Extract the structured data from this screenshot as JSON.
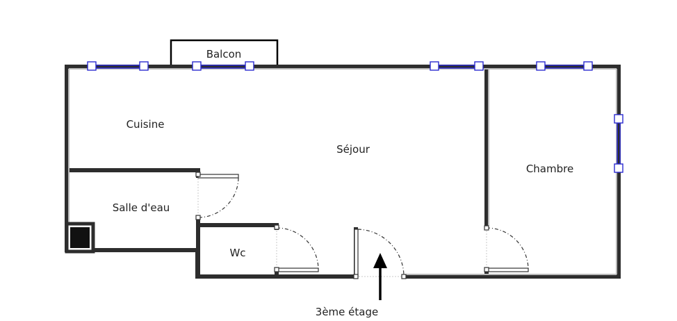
{
  "plan": {
    "rooms": {
      "balcon": "Balcon",
      "cuisine": "Cuisine",
      "sejour": "Séjour",
      "chambre": "Chambre",
      "salle_eau": "Salle d'eau",
      "wc": "Wc"
    },
    "entrance_label": "3ème étage"
  },
  "colors": {
    "wall": "#2d2d2d",
    "window": "#2a2ad0",
    "background": "#ffffff"
  }
}
